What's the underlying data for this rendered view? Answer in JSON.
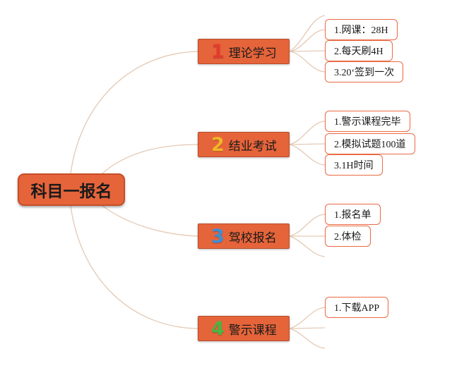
{
  "root": {
    "label": "科目一报名"
  },
  "colors": {
    "branch_fill": "#e6643a",
    "leaf_border": "#ea6a44",
    "connector": "#e4c9b4",
    "num_1": "#e23b2e",
    "num_2": "#f2b528",
    "num_3": "#3c8fd6",
    "num_4": "#49b544"
  },
  "branches": [
    {
      "number": "1",
      "label": "理论学习",
      "number_color": "#e23b2e",
      "leaves": [
        "1.网课：28H",
        "2.每天刷4H",
        "3.20‘签到一次"
      ]
    },
    {
      "number": "2",
      "label": "结业考试",
      "number_color": "#f2b528",
      "leaves": [
        "1.警示课程完毕",
        "2.模拟试题100道",
        "3.1H时间"
      ]
    },
    {
      "number": "3",
      "label": "驾校报名",
      "number_color": "#3c8fd6",
      "leaves": [
        "1.报名单",
        "2.体检"
      ]
    },
    {
      "number": "4",
      "label": "警示课程",
      "number_color": "#49b544",
      "leaves": [
        "1.下载APP"
      ]
    }
  ]
}
